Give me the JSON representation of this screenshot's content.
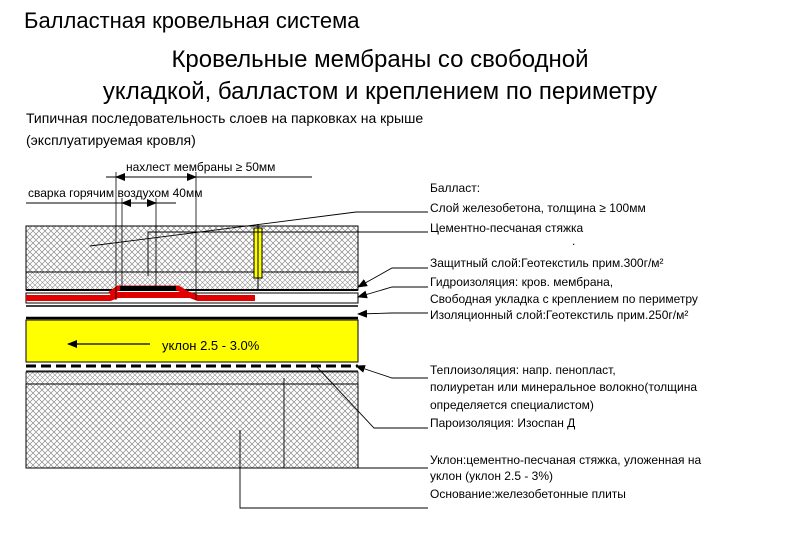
{
  "title": "Балластная кровельная система",
  "subtitle_line1": "Кровельные мембраны со свободной",
  "subtitle_line2": "укладкой, балластом и креплением по периметру",
  "description_line1": "Типичная последовательность слоев на парковках на крыше",
  "description_line2": "(эксплуатируемая кровля)",
  "overlap_label": "нахлест мембраны ≥ 50мм",
  "weld_label": "сварка горячим воздухом 40мм",
  "slope_label": "уклон 2.5 - 3.0%",
  "right_labels": {
    "ballast": "Балласт:",
    "concrete": "Слой железобетона, толщина ≥ 100мм",
    "screed": "Цементно-песчаная стяжка",
    "dot": ".",
    "protective": "Защитный слой:Геотекстиль прим.300г/м²",
    "waterproof": " Гидроизоляция: кров. мембрана,",
    "free_laying": "Свободная укладка с креплением по периметру",
    "insulating": "Изоляционный слой:Геотекстиль прим.250г/м²",
    "thermal": "Теплоизоляция: напр. пенопласт,",
    "thermal2": "полиуретан или минеральное волокно(толщина",
    "thermal3": "определяется специалистом)",
    "vapor": "Пароизоляция: Изоспан Д",
    "slope_screed": "Уклон:цементно-песчаная стяжка, уложенная на",
    "slope_screed2": "уклон (уклон 2.5 - 3%)",
    "base": "Основание:железобетонные плиты"
  },
  "colors": {
    "insulation_yellow": "#ffff00",
    "membrane_red": "#e00000",
    "hatch": "#7a7a7a"
  }
}
